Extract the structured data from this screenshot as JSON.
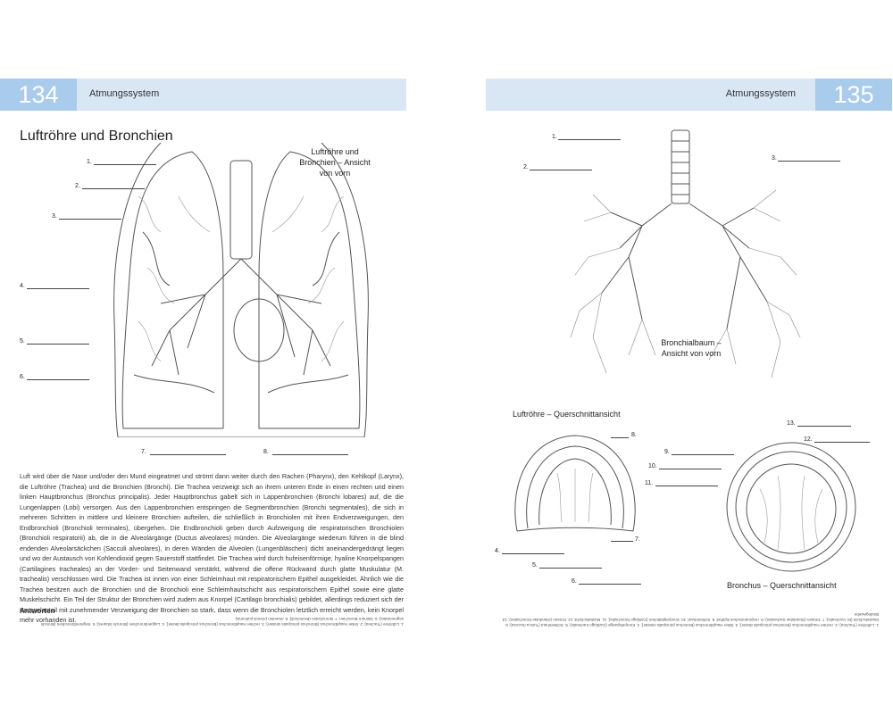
{
  "left": {
    "page_number": "134",
    "section": "Atmungssystem",
    "title": "Luftröhre und Bronchien",
    "caption": "Luftröhre und Bronchien – Ansicht von vorn",
    "labels": [
      "1.",
      "2.",
      "3.",
      "4.",
      "5.",
      "6.",
      "7.",
      "8."
    ],
    "body": "Luft wird über die Nase und/oder den Mund eingeatmet und strömt dann weiter durch den Rachen (Pharynx), den Kehlkopf (Larynx), die Luftröhre (Trachea) und die Bronchien (Bronchi). Die Trachea verzweigt sich an ihrem unteren Ende in einen rechten und einen linken Hauptbronchus (Bronchus principalis). Jeder Hauptbronchus gabelt sich in Lappenbronchien (Bronchi lobares) auf, die die Lungenlappen (Lobi) versorgen. Aus den Lappenbronchien entspringen die Segmentbronchien (Bronchi segmentales), die sich in mehreren Schritten in mittlere und kleinere Bronchien aufteilen, die schließlich in Bronchiolen mit ihren Endverzweigungen, den Endbronchioli (Bronchioli terminales), übergehen. Die Endbronchioli geben durch Aufzweigung die respiratorischen Bronchiolen (Bronchioli respiratorii) ab, die in die Alveolargänge (Ductus alveolares) münden. Die Alveolargänge wiederum führen in die blind endenden Alveolarsäckchen (Sacculi alveolares), in deren Wänden die Alveolen (Lungenbläschen) dicht aneinandergedrängt liegen und wo der Austausch von Kohlendioxid gegen Sauerstoff stattfindet. Die Trachea wird durch hufeisenförmige, hyaline Knorpelspangen (Cartilagines tracheales) an der Vorder- und Seitenwand verstärkt, während die offene Rückwand durch glatte Muskulatur (M. trachealis) verschlossen wird. Die Trachea ist innen von einer Schleimhaut mit respiratorischem Epithel ausgekleidet. Ähnlich wie die Trachea besitzen auch die Bronchien und die Bronchioli eine Schleimhautschicht aus respiratorischem Epithel sowie eine glatte Muskelschicht. Ein Teil der Struktur der Bronchien wird zudem aus Knorpel (Cartilago bronchialis) gebildet, allerdings reduziert sich der Knorpelanteil mit zunehmender Verzweigung der Bronchien so stark, dass wenn die Bronchiolen letztlich erreicht werden, kein Knorpel mehr vorhanden ist.",
    "answers_heading": "Antworten",
    "answers": "1. Luftröhre (Trachea); 2. linker Hauptbronchus (Bronchus principalis sinister); 3. rechter Hauptbronchus (Bronchus principalis dexter); 4. Lappenbronchien (Bronchi lobares); 5. Segmentbronchien (Bronchi segmentales); 6. kleinere Bronchien; 7. Bronchiolen (Bronchioli); 8. Alveolen (Alveoli pulmonis)"
  },
  "right": {
    "page_number": "135",
    "section": "Atmungssystem",
    "caption_tree": "Bronchialbaum – Ansicht von vorn",
    "caption_trachea": "Luftröhre – Querschnittansicht",
    "caption_bronchus": "Bronchus – Querschnittansicht",
    "labels": [
      "1.",
      "2.",
      "3.",
      "4.",
      "5.",
      "6.",
      "7.",
      "8.",
      "9.",
      "10.",
      "11.",
      "12.",
      "13."
    ],
    "answers": "1. Luftröhre (Trachea); 2. rechter Hauptbronchus (Bronchus principalis dexter); 3. linker Hauptbronchus (Bronchus principalis sinister); 4. Knorpelspange (Cartilago trachealis); 5. Schleimhaut (Tunica mucosa); 6. Muskelschicht (M. trachealis); 7. Drüsen (Glandulae tracheales); 8. respiratorisches Epithel; 9. Schleimhaut; 10. Knorpelplättchen (Cartilago bronchialis); 11. Muskelschicht; 12. Drüsen (Glandulae bronchiales); 13. Bindegewebe"
  }
}
